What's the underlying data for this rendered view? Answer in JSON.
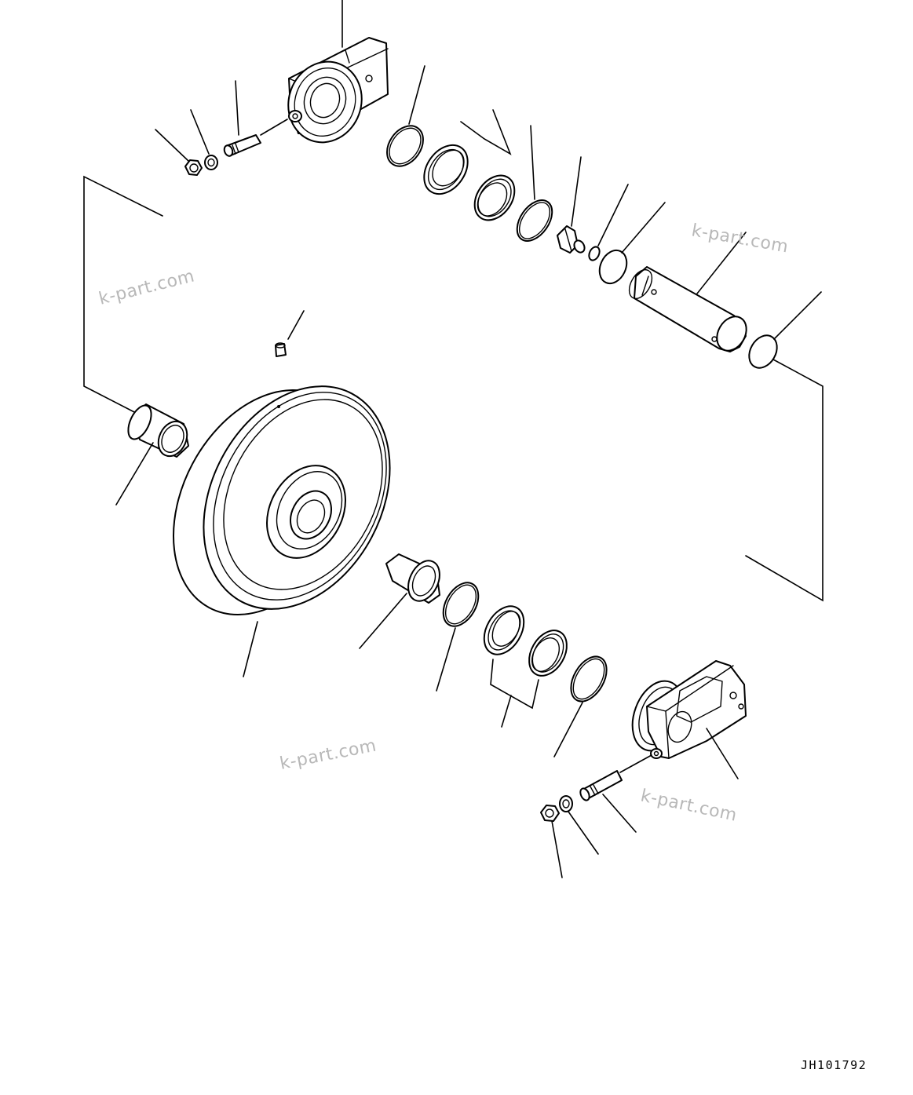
{
  "diagram": {
    "drawing_code": "JH101792",
    "watermarks": [
      "k-part.com",
      "k-part.com",
      "k-part.com",
      "k-part.com"
    ]
  },
  "parts": [
    {
      "name": "idler-wheel",
      "icon": "wheel-icon"
    },
    {
      "name": "bushing",
      "icon": "bushing-icon"
    },
    {
      "name": "o-ring",
      "icon": "ring-icon"
    },
    {
      "name": "floating-seal",
      "icon": "seal-icon"
    },
    {
      "name": "bearing-bracket",
      "icon": "bracket-icon"
    },
    {
      "name": "shaft",
      "icon": "shaft-icon"
    },
    {
      "name": "plug",
      "icon": "plug-icon"
    },
    {
      "name": "bolt",
      "icon": "bolt-icon"
    },
    {
      "name": "washer",
      "icon": "washer-icon"
    },
    {
      "name": "nut",
      "icon": "nut-icon"
    }
  ],
  "colors": {
    "line": "#000000",
    "background": "#ffffff",
    "watermark": "#b8b8b8"
  }
}
